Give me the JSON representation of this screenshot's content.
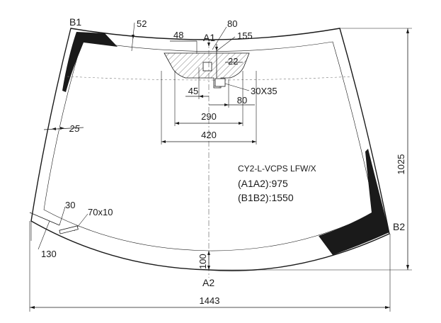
{
  "points": {
    "b1": "B1",
    "a1": "A1",
    "a2": "A2",
    "b2": "B2"
  },
  "dimensions": {
    "d52": "52",
    "d80_top": "80",
    "d48": "48",
    "d155": "155",
    "d22": "22",
    "d45": "45",
    "d80_mid": "80",
    "d30x35": "30X35",
    "d290": "290",
    "d420": "420",
    "d25": "25",
    "d30": "30",
    "d70x10": "70x10",
    "d130": "130",
    "d100": "100",
    "d1443": "1443",
    "d1025": "1025"
  },
  "spec": {
    "model": "CY2-L-VCPS LFW/X",
    "a1a2": "(A1A2):975",
    "b1b2": "(B1B2):1550"
  },
  "colors": {
    "line": "#1a1a1a",
    "fill": "#1a1a1a",
    "hatch": "#555555"
  }
}
